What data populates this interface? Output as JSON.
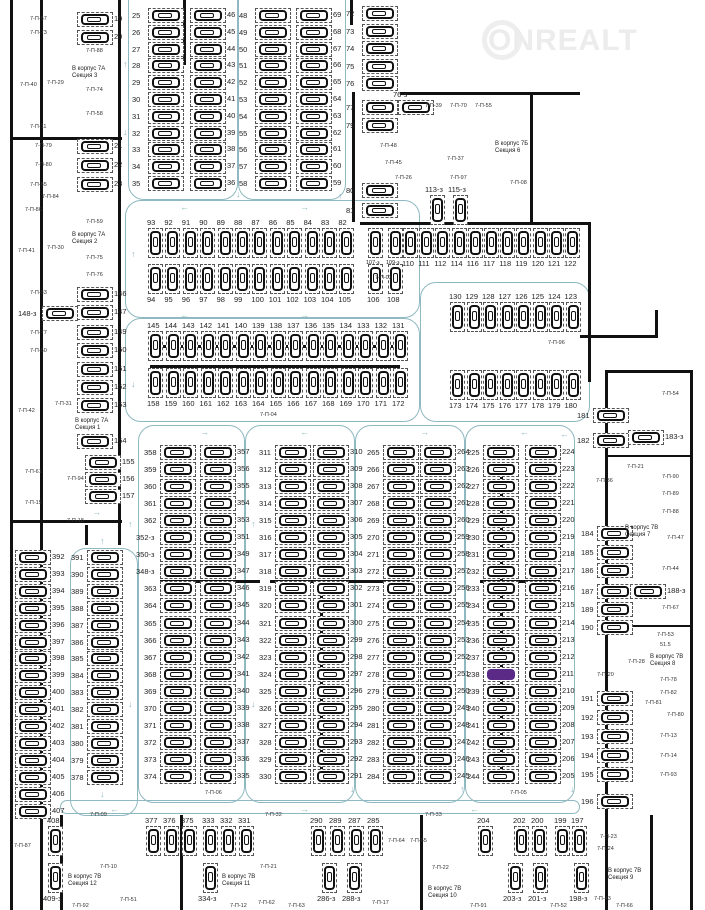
{
  "watermark": {
    "brand": "ONREALT",
    "icon": "house-pin-icon"
  },
  "highlighted_space": "238",
  "colors": {
    "road": "#8fb9c0",
    "highlight": "#5b2a86",
    "wall": "#111111"
  },
  "spaces": {
    "a_left": [
      "25",
      "26",
      "27",
      "28",
      "29",
      "30",
      "31",
      "32",
      "33",
      "34",
      "35"
    ],
    "a_right": [
      "46",
      "45",
      "44",
      "43",
      "42",
      "41",
      "40",
      "39",
      "38",
      "37",
      "36"
    ],
    "b_left": [
      "48",
      "49",
      "50",
      "51",
      "52",
      "53",
      "54",
      "55",
      "56",
      "57",
      "58"
    ],
    "b_right": [
      "69",
      "68",
      "67",
      "66",
      "65",
      "64",
      "63",
      "62",
      "61",
      "60",
      "59"
    ],
    "c72": [
      "72",
      "73",
      "74",
      "75",
      "76"
    ],
    "c77": [
      "77",
      "79"
    ],
    "c76z": [
      "76-з"
    ],
    "c80": [
      "80",
      "81"
    ],
    "l19": [
      "19",
      "20"
    ],
    "l21": [
      "21",
      "22",
      "23"
    ],
    "l146": [
      "146",
      "147"
    ],
    "l148z": [
      "148-з"
    ],
    "l149": [
      "149",
      "150",
      "151",
      "152",
      "153"
    ],
    "l154": [
      "154"
    ],
    "l155": [
      "155",
      "156",
      "157"
    ],
    "r93": [
      "93",
      "92",
      "91",
      "90",
      "89",
      "88",
      "87",
      "86",
      "85",
      "84",
      "83",
      "82"
    ],
    "r94": [
      "94",
      "95",
      "96",
      "97",
      "98",
      "99",
      "100",
      "101",
      "102",
      "103",
      "104",
      "105"
    ],
    "r145": [
      "145",
      "144",
      "143",
      "142",
      "141",
      "140",
      "139",
      "138",
      "137",
      "136",
      "135",
      "134",
      "133",
      "132",
      "131"
    ],
    "r158": [
      "158",
      "159",
      "160",
      "161",
      "162",
      "163",
      "164",
      "165",
      "166",
      "167",
      "168",
      "169",
      "170",
      "171",
      "172"
    ],
    "r107z": [
      "107-з",
      "109-з"
    ],
    "r106": [
      "106",
      "108"
    ],
    "r110": [
      "110",
      "111",
      "112",
      "114",
      "116",
      "117",
      "118",
      "119",
      "120",
      "121",
      "122"
    ],
    "r113z": [
      "113-з",
      "115-з"
    ],
    "r130": [
      "130",
      "129",
      "128",
      "127",
      "126",
      "125",
      "124",
      "123"
    ],
    "r173": [
      "173",
      "174",
      "175",
      "176",
      "177",
      "178",
      "179",
      "180"
    ],
    "c_left": [
      "358",
      "359",
      "360",
      "361",
      "362",
      "352-з",
      "350-з",
      "348-з",
      "363",
      "364",
      "365",
      "366",
      "367",
      "368",
      "369",
      "370",
      "371",
      "372",
      "373",
      "374"
    ],
    "c_right": [
      "357",
      "356",
      "355",
      "354",
      "353",
      "351",
      "349",
      "347",
      "346",
      "345",
      "344",
      "343",
      "342",
      "341",
      "340",
      "339",
      "338",
      "337",
      "336",
      "335"
    ],
    "d_left": [
      "311",
      "312",
      "313",
      "314",
      "315",
      "316",
      "317",
      "318",
      "319",
      "320",
      "321",
      "322",
      "323",
      "324",
      "325",
      "326",
      "327",
      "328",
      "329",
      "330"
    ],
    "d_right": [
      "310",
      "309",
      "308",
      "307",
      "306",
      "305",
      "304",
      "303",
      "302",
      "301",
      "300",
      "299",
      "298",
      "297",
      "296",
      "295",
      "294",
      "293",
      "292",
      "291"
    ],
    "e_left": [
      "265",
      "266",
      "267",
      "268",
      "269",
      "270",
      "271",
      "272",
      "273",
      "274",
      "275",
      "276",
      "277",
      "278",
      "279",
      "280",
      "281",
      "282",
      "283",
      "284"
    ],
    "e_right": [
      "264",
      "263",
      "262",
      "261",
      "260",
      "259",
      "258",
      "257",
      "256",
      "255",
      "254",
      "253",
      "252",
      "251",
      "250",
      "249",
      "248",
      "247",
      "246",
      "245"
    ],
    "f_left": [
      "225",
      "226",
      "227",
      "228",
      "229",
      "230",
      "231",
      "232",
      "233",
      "234",
      "235",
      "236",
      "237",
      "238",
      "239",
      "240",
      "241",
      "242",
      "243",
      "244"
    ],
    "f_right": [
      "224",
      "223",
      "222",
      "221",
      "220",
      "219",
      "218",
      "217",
      "216",
      "215",
      "214",
      "213",
      "212",
      "211",
      "210",
      "209",
      "208",
      "207",
      "206",
      "205"
    ],
    "fl_left": [
      "392",
      "393",
      "394",
      "395",
      "396",
      "397",
      "398",
      "399",
      "400",
      "401",
      "402",
      "403",
      "404",
      "405",
      "406",
      "407"
    ],
    "fl_right": [
      "391",
      "390",
      "389",
      "388",
      "387",
      "386",
      "385",
      "384",
      "383",
      "382",
      "381",
      "380",
      "379",
      "378"
    ],
    "rc181": [
      "181",
      "182"
    ],
    "rc183z": [
      "183-з"
    ],
    "rc184": [
      "184",
      "185",
      "186"
    ],
    "rc187": [
      "187",
      "189",
      "190"
    ],
    "rc188z": [
      "188-з"
    ],
    "rc191": [
      "191",
      "192",
      "193",
      "194",
      "195"
    ],
    "rc196": [
      "196"
    ],
    "b377": [
      "377",
      "376",
      "375"
    ],
    "b333": [
      "333",
      "332",
      "331"
    ],
    "b290": [
      "290",
      "289",
      "287",
      "285"
    ],
    "b204": [
      "204"
    ],
    "b202": [
      "202",
      "200"
    ],
    "b199": [
      "199",
      "197"
    ],
    "b408": [
      "408"
    ],
    "b409z": [
      "409-з"
    ],
    "b334z": [
      "334-з"
    ],
    "b286z": [
      "286-з",
      "288-з"
    ],
    "b203z": [
      "203-з",
      "201-з"
    ],
    "b198z": [
      "198-з"
    ]
  },
  "rooms": [
    "7-П-57",
    "7-П-73",
    "7-П-88",
    "7-П-29",
    "7-П-40",
    "7-П-74",
    "7-П-58",
    "7-П-11",
    "7-П-79",
    "7-П-80",
    "7-П-85",
    "7-П-84",
    "7-П-86",
    "7-П-59",
    "7-П-30",
    "7-П-41",
    "7-П-75",
    "7-П-76",
    "7-П-83",
    "7-П-77",
    "7-П-60",
    "7-П-31",
    "7-П-42",
    "7-П-61",
    "7-П-94",
    "7-П-15",
    "7-П-18",
    "7-П-39",
    "7-П-70",
    "7-П-55",
    "7-П-48",
    "7-П-45",
    "7-П-37",
    "7-П-26",
    "7-П-97",
    "7-П-08",
    "7-П-03",
    "7-П-04",
    "7-П-06",
    "7-П-05",
    "7-П-96",
    "7-П-54",
    "7-П-21",
    "7-П-36",
    "7-П-90",
    "7-П-89",
    "7-П-88",
    "7-П-47",
    "7-П-44",
    "7-П-67",
    "7-П-53",
    "51.5",
    "7-П-28",
    "7-П-20",
    "7-П-78",
    "7-П-82",
    "7-П-81",
    "7-П-80",
    "7-П-13",
    "7-П-14",
    "7-П-93",
    "7-П-09",
    "7-П-32",
    "7-П-33",
    "7-П-87",
    "7-П-10",
    "7-П-21",
    "7-П-64",
    "7-П-65",
    "7-П-22",
    "7-П-23",
    "7-П-24",
    "7-П-92",
    "7-П-51",
    "7-П-12",
    "7-П-62",
    "7-П-63",
    "7-П-17",
    "7-П-91",
    "7-П-52",
    "7-П-43",
    "7-П-66"
  ],
  "sections": [
    "В корпус 7А\nСекция 3",
    "В корпус 7А\nСекция 2",
    "В корпус 7А\nСекция 1",
    "В корпус 7Б\nСекция 6",
    "В корпус 7В\nСекция 7",
    "В корпус 7В\nСекция 8",
    "В корпус 7В\nСекция 12",
    "В корпус 7В\nСекция 11",
    "В корпус 7В\nСекция 10",
    "В корпус 7В\nСекция 9"
  ]
}
